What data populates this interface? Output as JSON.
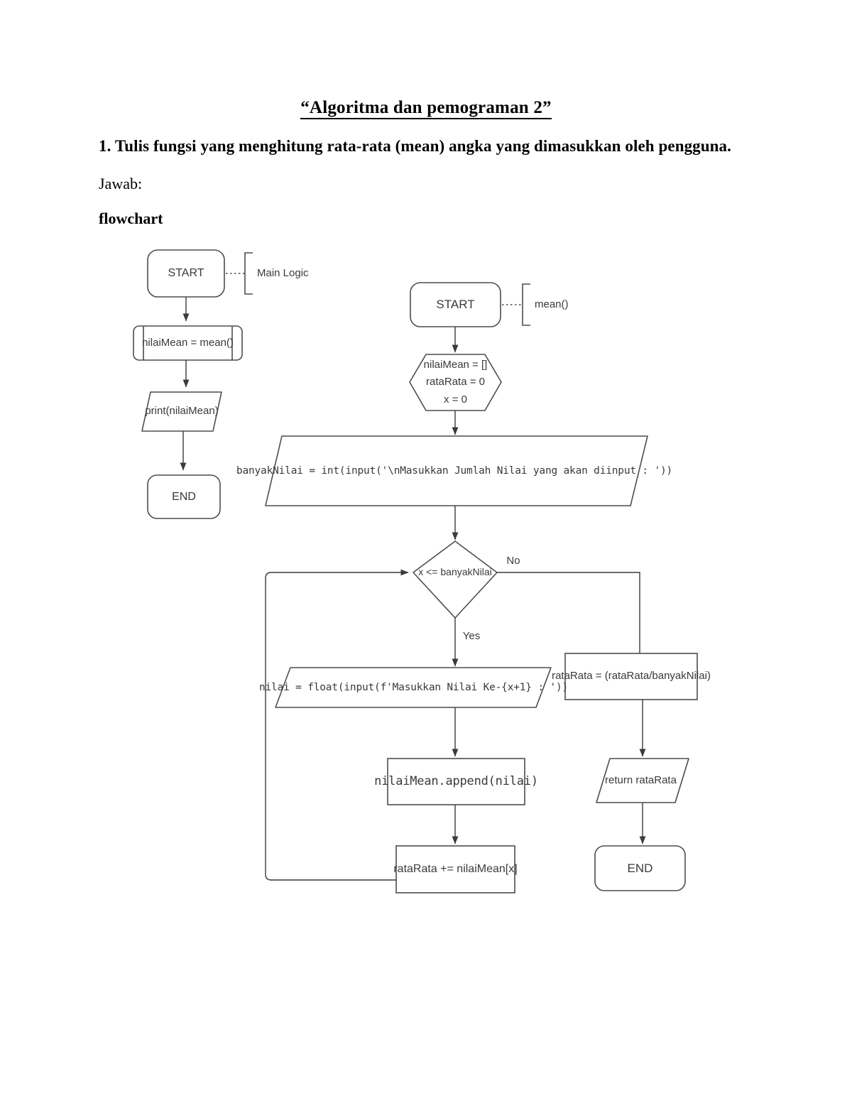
{
  "document": {
    "title": "“Algoritma dan pemograman 2”",
    "question": "1. Tulis fungsi yang menghitung rata-rata (mean) angka yang dimasukkan oleh pengguna.",
    "answer_label": "Jawab:",
    "section_label": "flowchart"
  },
  "flowchart_main": {
    "annotation": "Main Logic",
    "nodes": {
      "start": "START",
      "call_mean": "nilaiMean = mean()",
      "print": "print(nilaiMean)",
      "end": "END"
    }
  },
  "flowchart_mean": {
    "annotation": "mean()",
    "nodes": {
      "start": "START",
      "init_line1": "nilaiMean = []",
      "init_line2": "rataRata = 0",
      "init_line3": "x = 0",
      "input_banyak": "banyakNilai = int(input('\\nMasukkan Jumlah Nilai yang akan diinput : '))",
      "decision": "x <= banyakNilai",
      "input_nilai": "nilai = float(input(f'Masukkan Nilai Ke-{x+1} : '))",
      "append": "nilaiMean.append(nilai)",
      "accumulate": "rataRata += nilaiMean[x]",
      "average": "rataRata = (rataRata/banyakNilai)",
      "return": "return rataRata",
      "end": "END"
    },
    "branch_labels": {
      "no": "No",
      "yes": "Yes"
    }
  },
  "colors": {
    "stroke": "#4d4d4d",
    "text": "#3a3a3a",
    "paper": "#ffffff"
  }
}
